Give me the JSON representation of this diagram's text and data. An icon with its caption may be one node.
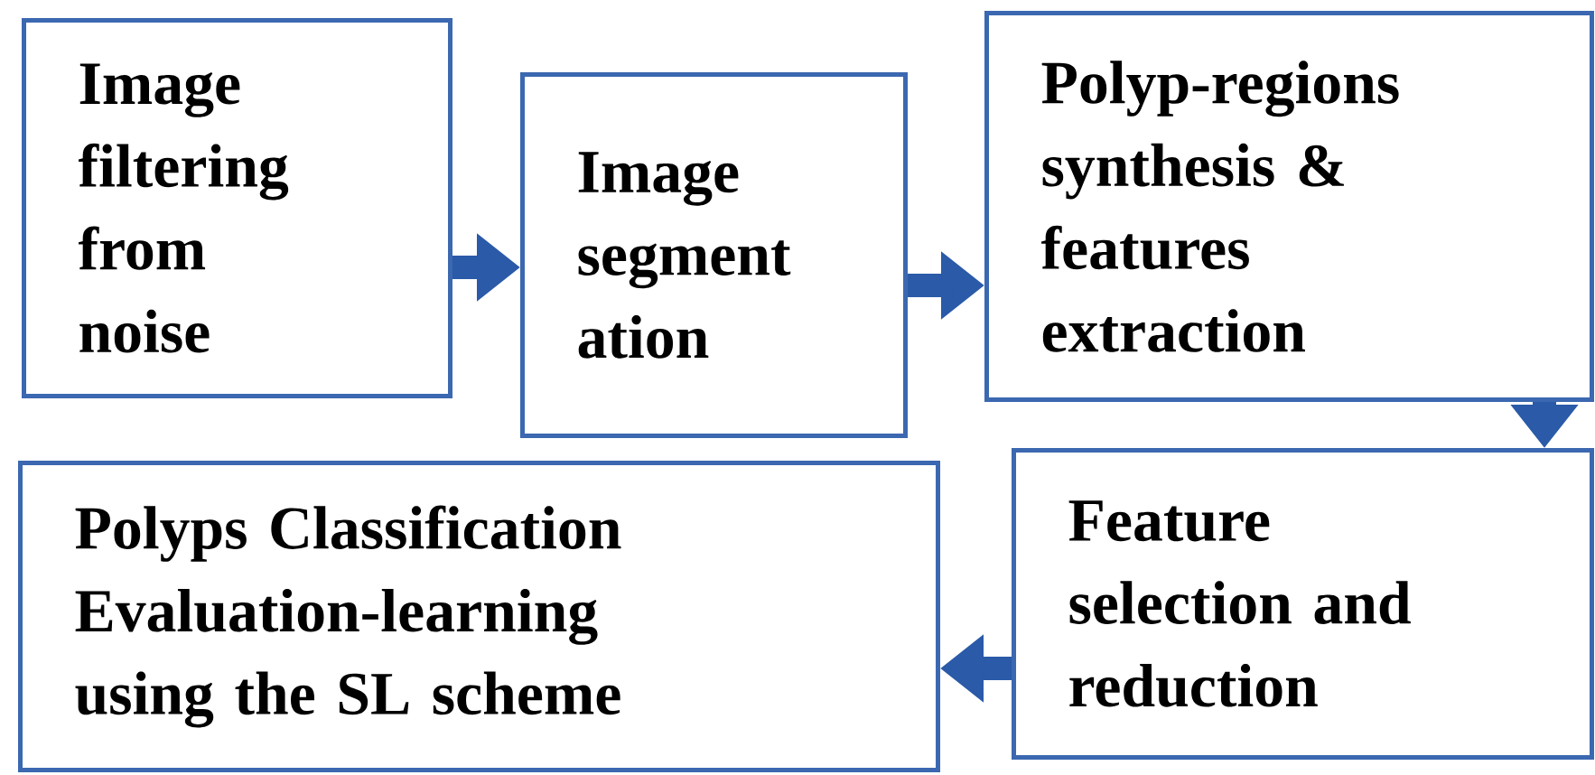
{
  "diagram": {
    "nodes": [
      {
        "text": [
          "Image filtering from noise"
        ]
      },
      {
        "text": [
          "Image segment ation"
        ]
      },
      {
        "text": [
          "Polyp-regions synthesis & features extraction"
        ]
      },
      {
        "text": [
          "Feature selection and reduction"
        ]
      },
      {
        "text": [
          "Polyps Classification Evaluation-learning using the SL scheme"
        ]
      }
    ],
    "edges": [
      {
        "from": 0,
        "to": 1,
        "arrow": "to"
      },
      {
        "from": 1,
        "to": 2,
        "arrow": "to"
      },
      {
        "from": 2,
        "to": 3,
        "arrow": "to"
      },
      {
        "from": 3,
        "to": 4,
        "arrow": "to"
      }
    ]
  }
}
